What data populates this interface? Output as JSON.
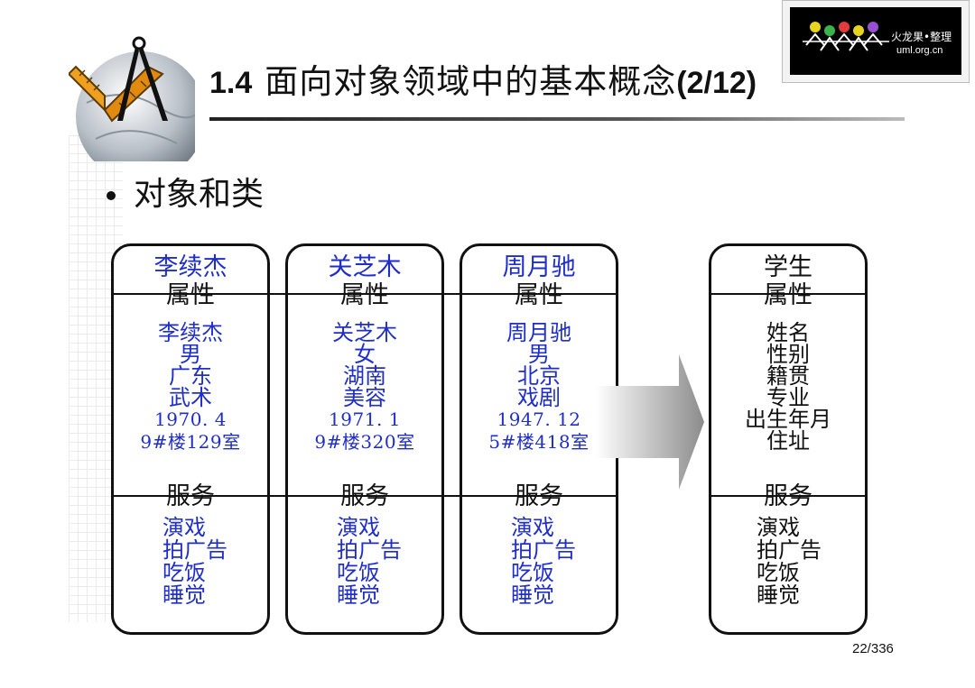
{
  "title": {
    "number": "1.4",
    "text": "面向对象领域中的基本概念",
    "page": "(2/12)"
  },
  "logo": {
    "line1": "火龙果•整理",
    "line2": "uml.org.cn"
  },
  "bullet": "对象和类",
  "attr_header": "属性",
  "service_header": "服务",
  "cards": [
    {
      "name": "李续杰",
      "attrs": [
        "李续杰",
        "男",
        "广东",
        "武术"
      ],
      "digits": [
        "1970. 4",
        "9#楼129室"
      ],
      "services": [
        "演戏",
        "拍广告",
        "吃饭",
        "睡觉"
      ]
    },
    {
      "name": "关芝木",
      "attrs": [
        "关芝木",
        "女",
        "湖南",
        "美容"
      ],
      "digits": [
        "1971. 1",
        "9#楼320室"
      ],
      "services": [
        "演戏",
        "拍广告",
        "吃饭",
        "睡觉"
      ]
    },
    {
      "name": "周月驰",
      "attrs": [
        "周月驰",
        "男",
        "北京",
        "戏剧"
      ],
      "digits": [
        "1947. 12",
        "5#楼418室"
      ],
      "services": [
        "演戏",
        "拍广告",
        "吃饭",
        "睡觉"
      ]
    }
  ],
  "class_card": {
    "name": "学生",
    "attrs": [
      "姓名",
      "性别",
      "籍贯",
      "专业",
      "出生年月",
      "住址"
    ],
    "services": [
      "演戏",
      "拍广告",
      "吃饭",
      "睡觉"
    ]
  },
  "page_number": "22/336",
  "colors": {
    "object_text": "#1f2ec8",
    "class_text": "#111111"
  }
}
